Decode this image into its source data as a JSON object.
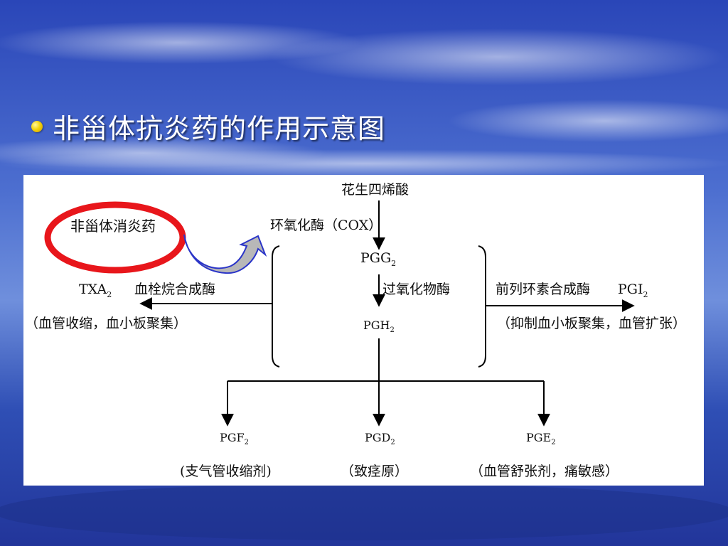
{
  "slide": {
    "title": "非甾体抗炎药的作用示意图"
  },
  "diagram": {
    "ellipse_label": "非甾体消炎药",
    "arachidonic_acid": "花生四烯酸",
    "cox": "环氧化酶（COX）",
    "pgg2": "PGG",
    "pgg2_sub": "2",
    "peroxidase": "过氧化物酶",
    "pgh2": "PGH",
    "pgh2_sub": "2",
    "txa2": "TXA",
    "txa2_sub": "2",
    "txa_synthase": "血栓烷合成酶",
    "txa_effect": "（血管收缩，血小板聚集）",
    "prostacyclin_synthase": "前列环素合成酶",
    "pgi2": "PGI",
    "pgi2_sub": "2",
    "pgi_effect": "（抑制血小板聚集，血管扩张）",
    "pgf2": "PGF",
    "pgf2_sub": "2",
    "pgf_effect": "(支气管收缩剂)",
    "pgd2": "PGD",
    "pgd2_sub": "2",
    "pgd_effect": "（致痉原）",
    "pge2": "PGE",
    "pge2_sub": "2",
    "pge_effect": "（血管舒张剂，痛敏感）"
  },
  "colors": {
    "ellipse": "#e8161b",
    "curved_arrow_fill": "#b8b8b8",
    "curved_arrow_outline": "#2b35c8",
    "bullet": "#f5d30a"
  }
}
